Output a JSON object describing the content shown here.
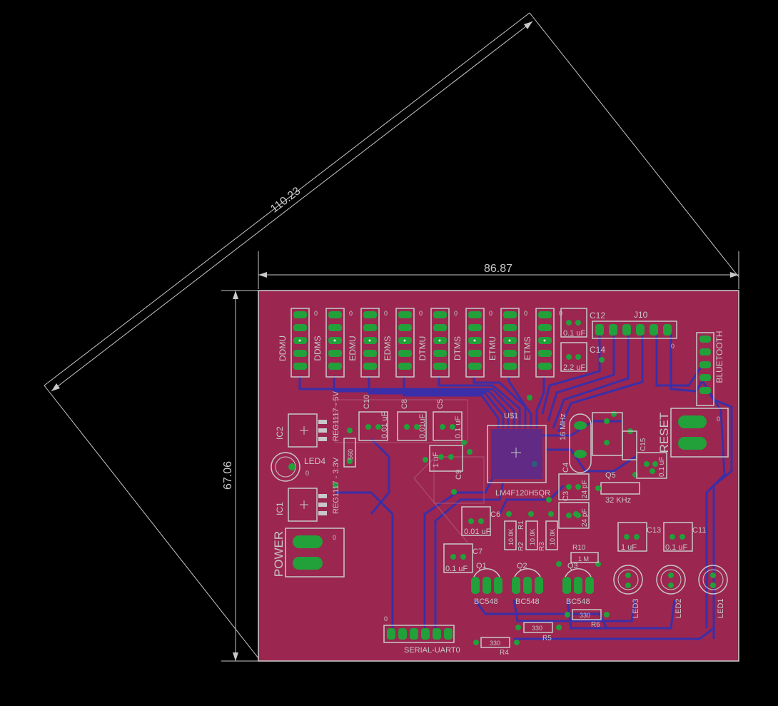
{
  "colors": {
    "background": "#000000",
    "board": "#9b2650",
    "trace": "#3a2fa8",
    "pad": "#22a03a",
    "silk": "#c8c8c8",
    "dimension": "#c8c8c8",
    "outline": "#d0d0d0"
  },
  "dimensions": {
    "diagonal": "110.23",
    "width": "86.87",
    "height": "67.06"
  },
  "headers": [
    "DDMU",
    "DDMS",
    "EDMU",
    "EDMS",
    "DTMU",
    "DTMS",
    "ETMU",
    "ETMS"
  ],
  "labels": {
    "c12": "C12",
    "c12_val": "0.1 uF",
    "c14": "C14",
    "c14_val": "2.2 uF",
    "j10": "J10",
    "j10_pin": "0",
    "bluetooth": "BLUETOOTH",
    "reset": "RESET",
    "reset_pin": "0",
    "us1": "U$1",
    "mcu": "LM4F120H5QR",
    "xtal_16": "16 MHz",
    "c10": "C10",
    "c10_val": "0.01 uF",
    "c8": "C8",
    "c8_val": "0.01uF",
    "c5": "C5",
    "c5_val": "0.1 uF",
    "c9": "C9",
    "c9_val": "1 uF",
    "reg5": "REG1117 - 5V",
    "ic2": "IC2",
    "led4": "LED4",
    "r_led4": "560",
    "reg33": "REG1117 - 3.3V",
    "ic1": "IC1",
    "power": "POWER",
    "power_pin": "0",
    "c6": "C6",
    "c6_val": "0.01 uF",
    "c7": "C7",
    "c7_val": "0.1 uF",
    "r1": "R1",
    "r2": "R2",
    "r3": "R3",
    "r1_val": "10.0K",
    "r2_val": "10.0K",
    "r3_val": "10.0K",
    "r10": "R10",
    "r10_val": "1 M",
    "c4": "C4",
    "c3": "C3",
    "c4_val": "24 pF",
    "c3_val": "24 pF",
    "q5": "Q5",
    "xtal_32": "32 KHz",
    "c13": "C13",
    "c13_val": "1 uF",
    "c11": "C11",
    "c11_val": "0.1 uF",
    "c15": "C15",
    "c15_val": "0.1 uF",
    "q1": "Q1",
    "q2": "Q2",
    "q3": "Q3",
    "bc548": "BC548",
    "led1": "LED1",
    "led2": "LED2",
    "led3": "LED3",
    "r4": "R4",
    "r5": "R5",
    "r6": "R6",
    "r_330": "330",
    "uart": "SERIAL-UART0",
    "uart_pin": "0",
    "pin_zero": "0"
  }
}
